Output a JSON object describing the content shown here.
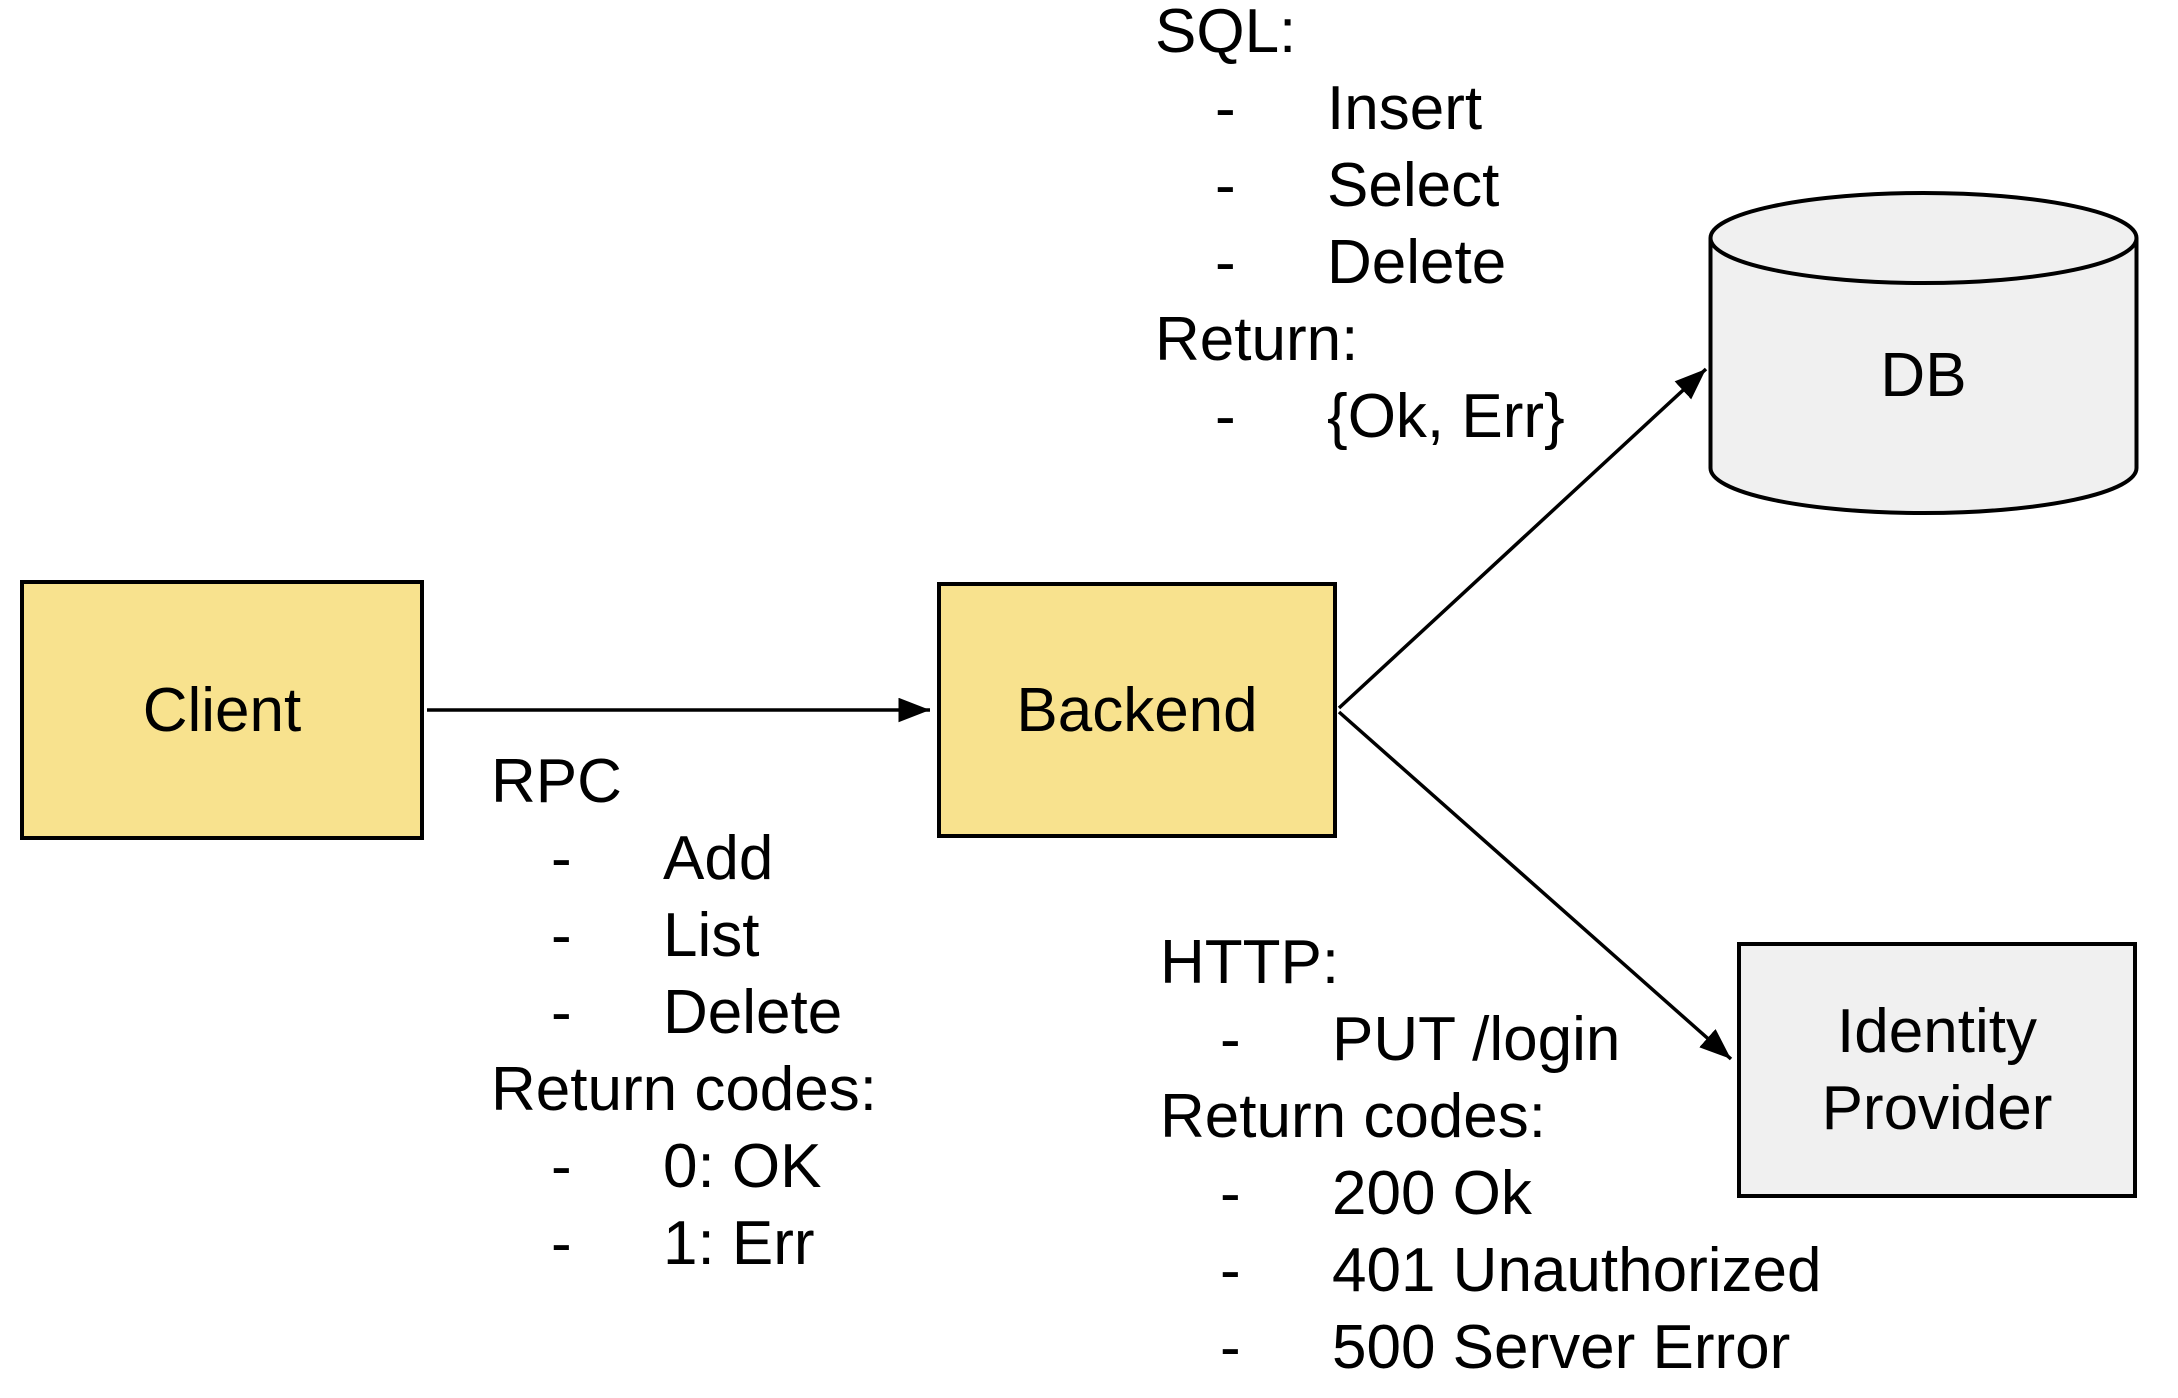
{
  "nodes": {
    "client": {
      "label": "Client"
    },
    "backend": {
      "label": "Backend"
    },
    "db": {
      "label": "DB"
    },
    "identity_provider": {
      "label_line1": "Identity",
      "label_line2": "Provider"
    }
  },
  "annotations": {
    "rpc": {
      "lines": [
        {
          "text": "RPC"
        },
        {
          "dash": "-",
          "text": "Add"
        },
        {
          "dash": "-",
          "text": "List"
        },
        {
          "dash": "-",
          "text": "Delete"
        },
        {
          "text": "Return codes:"
        },
        {
          "dash": "-",
          "text": "0: OK"
        },
        {
          "dash": "-",
          "text": "1: Err"
        }
      ]
    },
    "sql": {
      "lines": [
        {
          "text": "SQL:"
        },
        {
          "dash": "-",
          "text": "Insert"
        },
        {
          "dash": "-",
          "text": "Select"
        },
        {
          "dash": "-",
          "text": "Delete"
        },
        {
          "text": "Return:"
        },
        {
          "dash": "-",
          "text": "{Ok, Err}"
        }
      ]
    },
    "http": {
      "lines": [
        {
          "text": "HTTP:"
        },
        {
          "dash": "-",
          "text": "PUT /login"
        },
        {
          "text": "Return codes:"
        },
        {
          "dash": "-",
          "text": "200 Ok"
        },
        {
          "dash": "-",
          "text": "401 Unauthorized"
        },
        {
          "dash": "-",
          "text": "500 Server Error"
        }
      ]
    }
  },
  "colors": {
    "node_yellow": "#F8E28E",
    "node_gray": "#F0F0F0",
    "stroke": "#000000",
    "text": "#000000",
    "background": "#FFFFFF"
  }
}
